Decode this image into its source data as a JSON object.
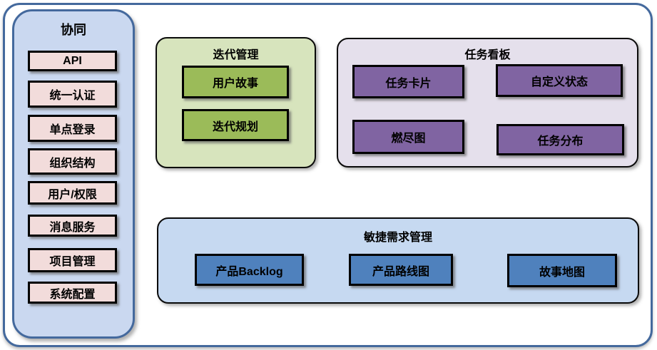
{
  "colors": {
    "frame_border": "#44699D",
    "sidebar_bg": "#CAD8F0",
    "sidebar_item_bg": "#F2DCDB",
    "iteration_panel_bg": "#D7E4BD",
    "iteration_item_bg": "#9BBB59",
    "kanban_panel_bg": "#E5E0EC",
    "kanban_item_bg": "#8064A2",
    "agile_panel_bg": "#C6D9F1",
    "agile_item_bg": "#4F81BD",
    "box_border": "#000000"
  },
  "sidebar": {
    "title": "协同",
    "items": [
      "API",
      "统一认证",
      "单点登录",
      "组织结构",
      "用户/权限",
      "消息服务",
      "项目管理",
      "系统配置"
    ]
  },
  "iteration_panel": {
    "title": "迭代管理",
    "items": [
      "用户故事",
      "迭代规划"
    ]
  },
  "kanban_panel": {
    "title": "任务看板",
    "items": [
      "任务卡片",
      "自定义状态",
      "燃尽图",
      "任务分布"
    ]
  },
  "agile_panel": {
    "title": "敏捷需求管理",
    "items": [
      "产品Backlog",
      "产品路线图",
      "故事地图"
    ]
  }
}
